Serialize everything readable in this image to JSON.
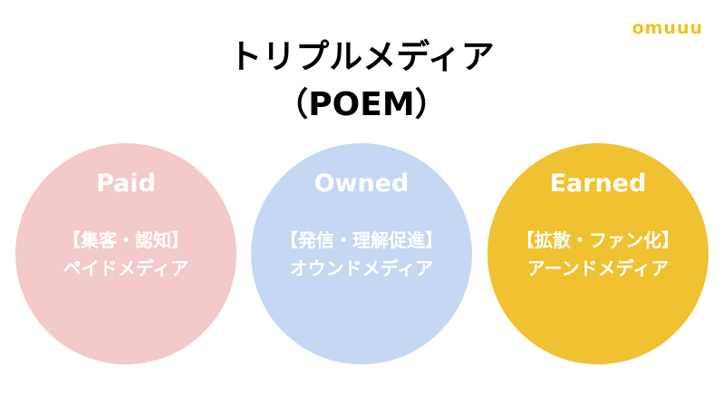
{
  "brand": {
    "logo_text": "omuuu",
    "accent_color": "#f0c419"
  },
  "heading": {
    "title": "トリプルメディア",
    "subtitle": "（POEM）"
  },
  "circles": [
    {
      "title": "Paid",
      "purpose": "【集客・認知】",
      "name": "ペイドメディア",
      "color": "#f3c9c9"
    },
    {
      "title": "Owned",
      "purpose": "【発信・理解促進】",
      "name": "オウンドメディア",
      "color": "#c6d7f3"
    },
    {
      "title": "Earned",
      "purpose": "【拡散・ファン化】",
      "name": "アーンドメディア",
      "color": "#f0c131"
    }
  ]
}
